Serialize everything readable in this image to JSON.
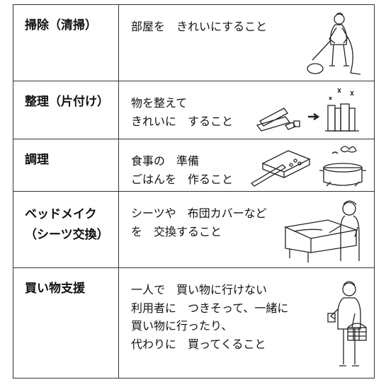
{
  "rows": [
    {
      "term": "掃除（清掃）",
      "desc": "部屋を　きれいにすること",
      "illustration": "vacuum-cleaning-icon"
    },
    {
      "term": "整理（片付け）",
      "desc": "物を整えて\nきれいに　すること",
      "illustration": "tidying-books-icon"
    },
    {
      "term": "調理",
      "desc": "食事の　準備\nごはんを　作ること",
      "illustration": "cooking-pot-icon"
    },
    {
      "term": "ベッドメイク\n（シーツ交換）",
      "desc": "シーツや　布団カバーなど\nを　交換すること",
      "illustration": "bed-making-icon"
    },
    {
      "term": "買い物支援",
      "desc": "一人で　買い物に行けない\n利用者に　つきそって、一緒に\n買い物に行ったり、\n代わりに　買ってくること",
      "illustration": "shopping-basket-icon"
    }
  ]
}
